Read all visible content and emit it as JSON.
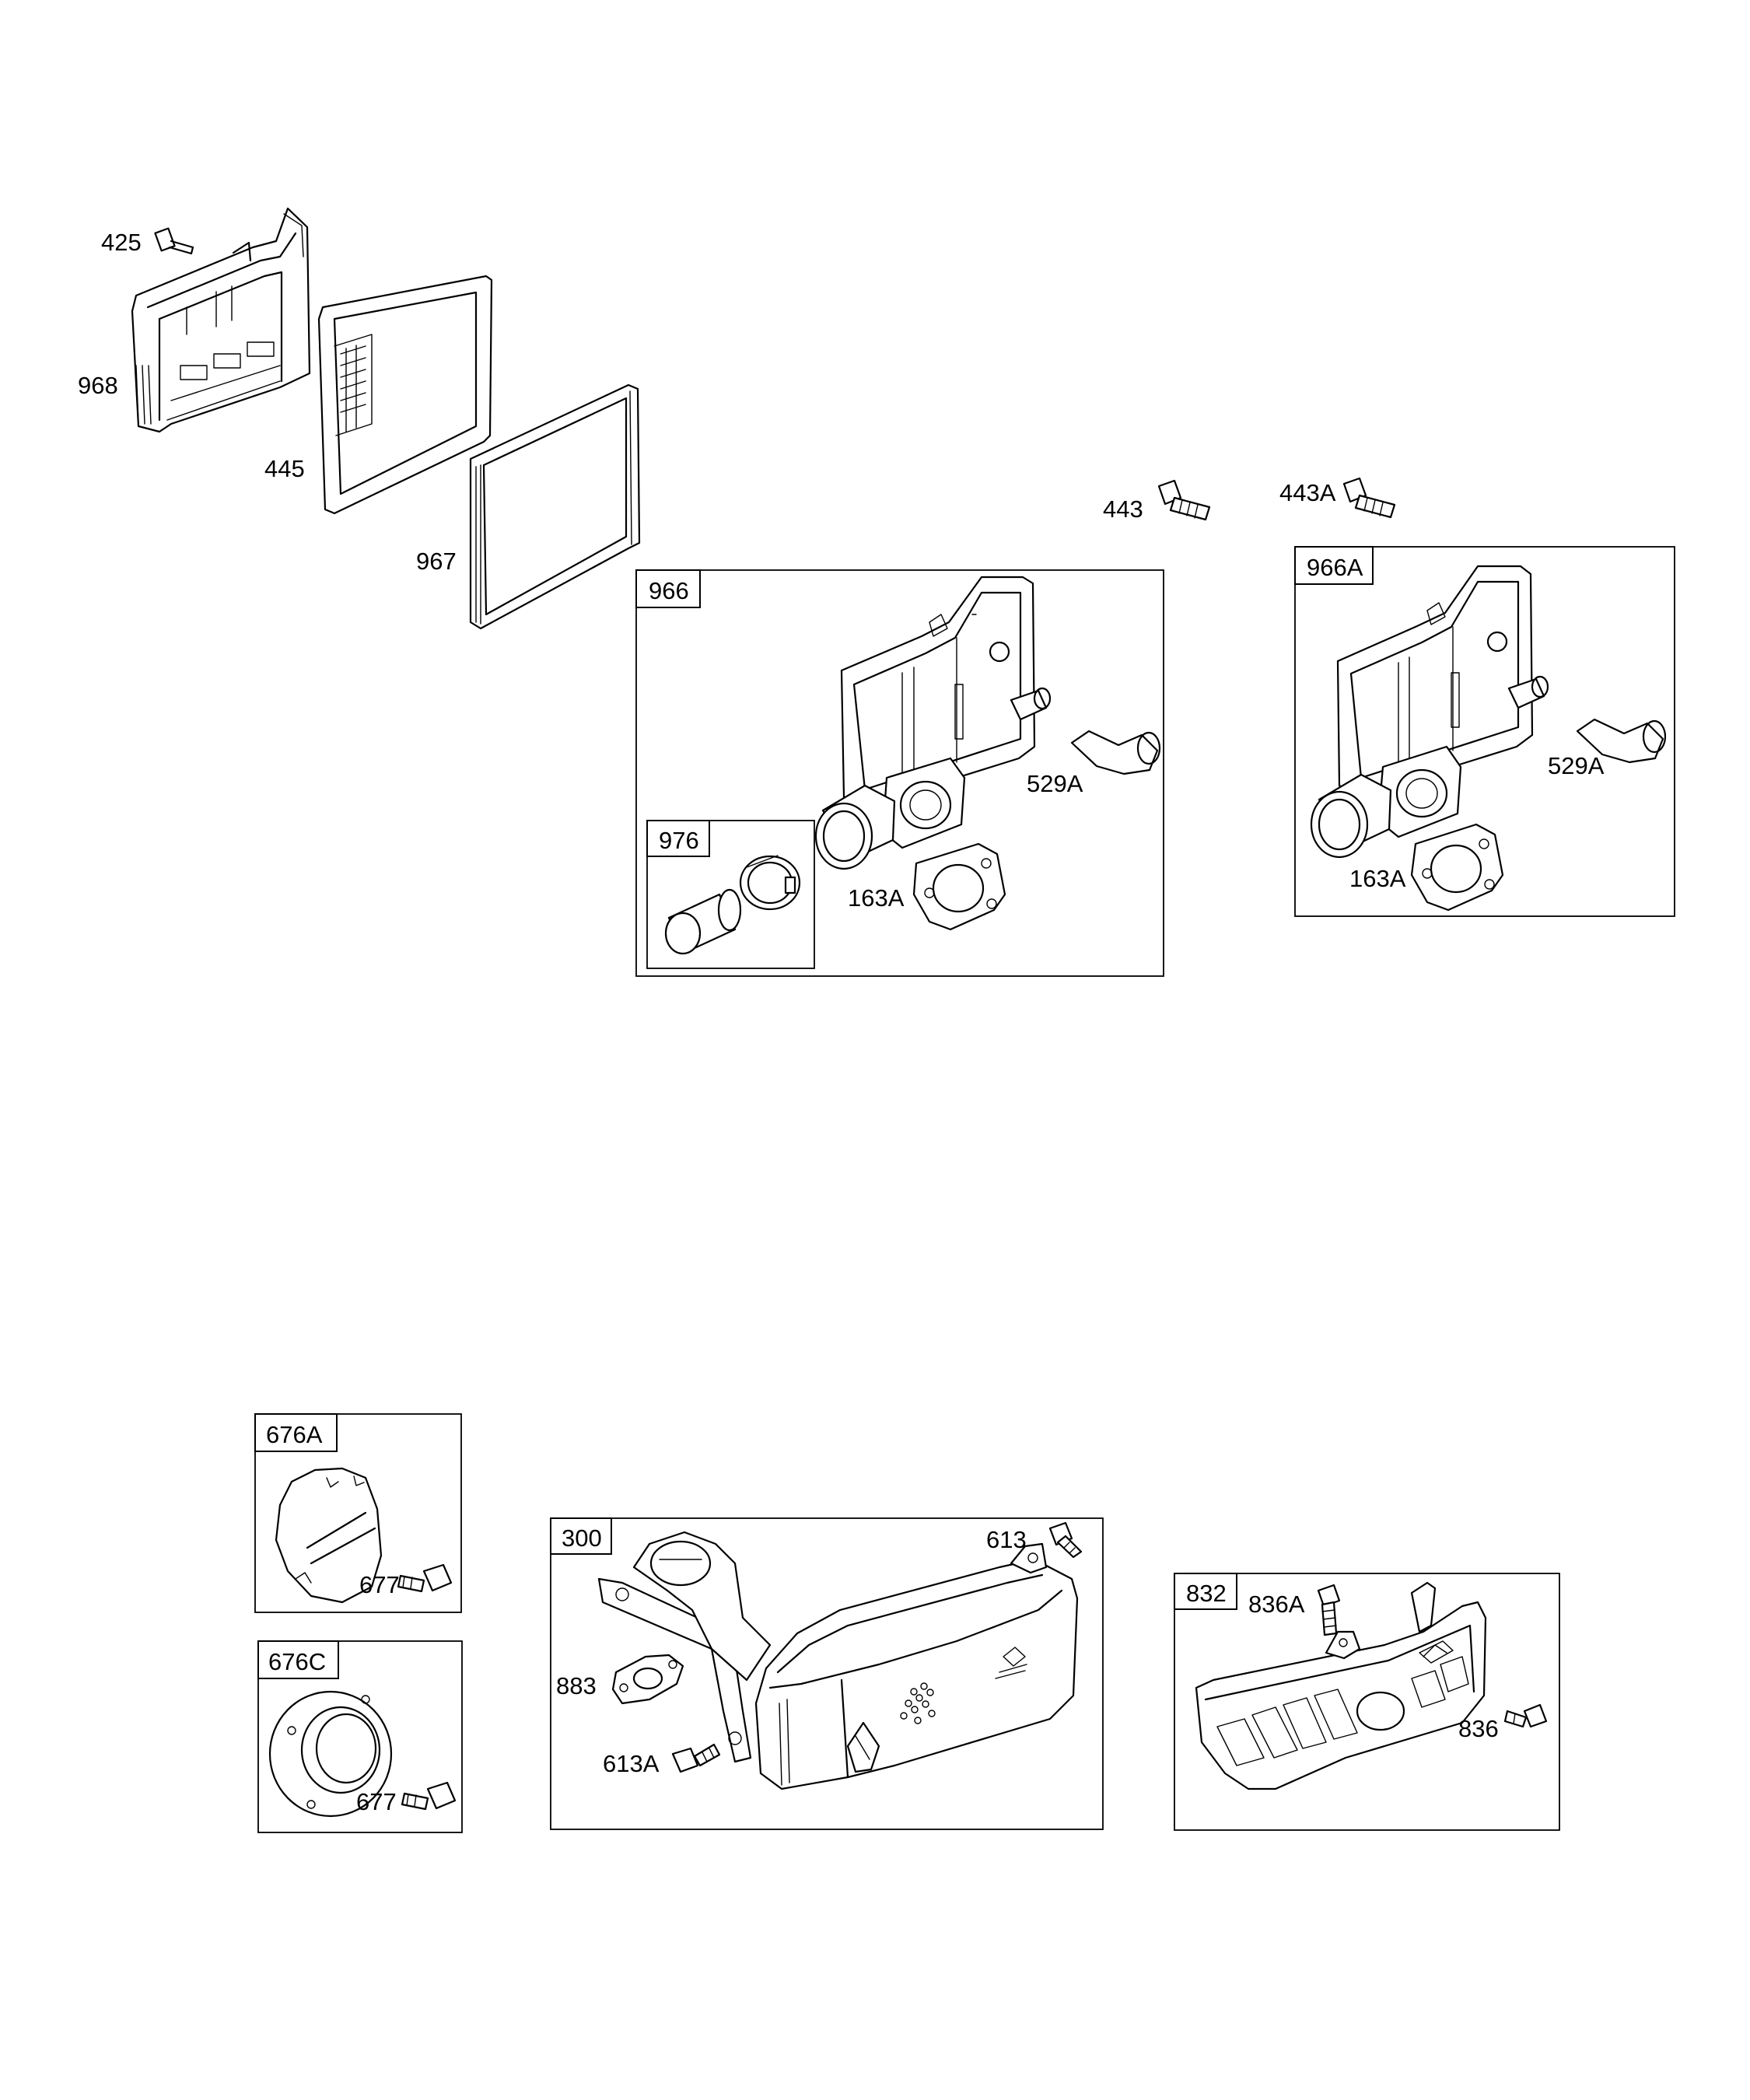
{
  "parts": {
    "p425": "425",
    "p968": "968",
    "p445": "445",
    "p967": "967",
    "p443": "443",
    "p443A": "443A",
    "p529A_a": "529A",
    "p163A_a": "163A",
    "p529A_b": "529A",
    "p163A_b": "163A",
    "p677_a": "677",
    "p677_b": "677",
    "p613": "613",
    "p883": "883",
    "p613A": "613A",
    "p836A": "836A",
    "p836": "836"
  },
  "assemblies": {
    "a966": "966",
    "a976": "976",
    "a966A": "966A",
    "a676A": "676A",
    "a676C": "676C",
    "a300": "300",
    "a832": "832"
  }
}
